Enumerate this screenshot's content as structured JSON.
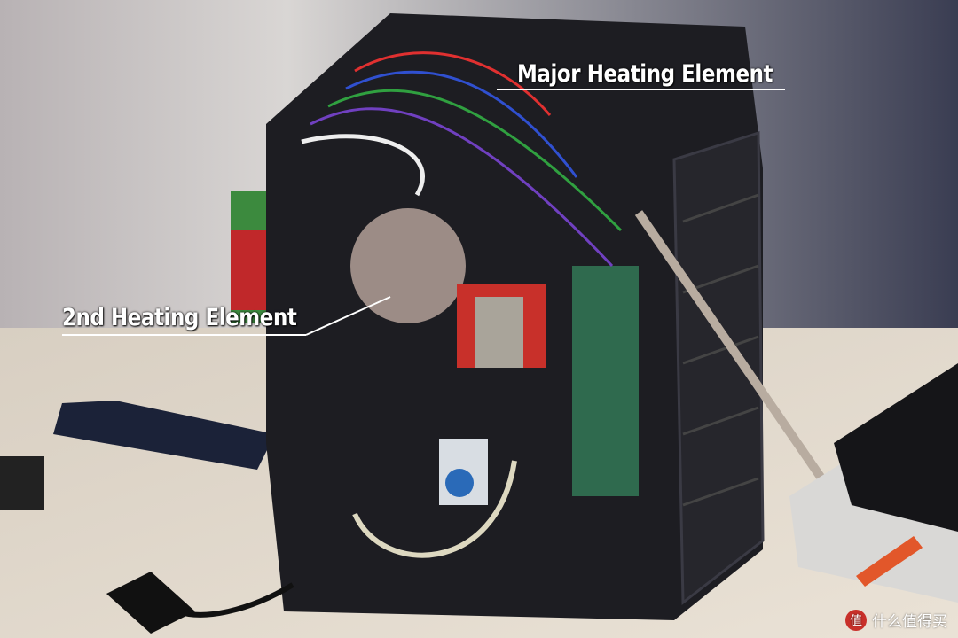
{
  "annotations": {
    "major": "Major Heating Element",
    "second": "2nd Heating Element"
  },
  "watermark": {
    "badge": "值",
    "text": "什么值得买"
  },
  "colors": {
    "table": "#e3d8c8",
    "machine": "#1d1d22",
    "wall": "#cfcac6"
  }
}
